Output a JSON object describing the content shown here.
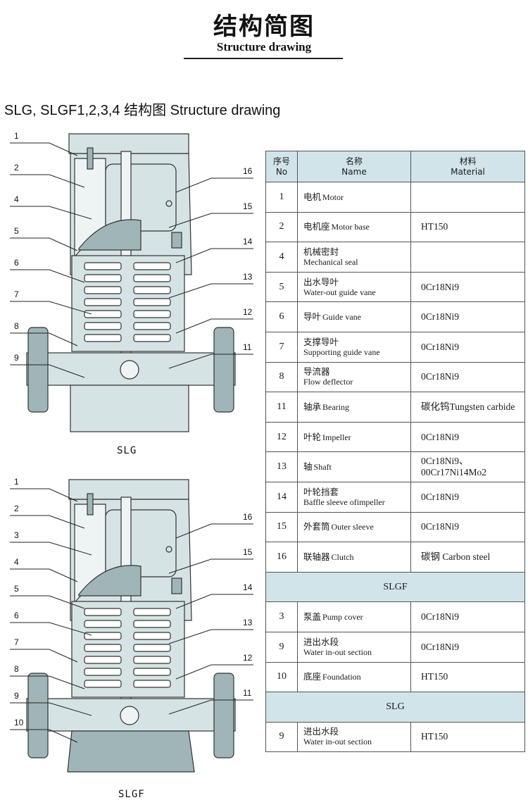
{
  "header": {
    "title_cn": "结构简图",
    "title_en": "Structure drawing"
  },
  "subtitle": "SLG, SLGF1,2,3,4 结构图 Structure drawing",
  "drawings": [
    {
      "caption": "SLG",
      "callouts_left": [
        "1",
        "2",
        "4",
        "5",
        "6",
        "7",
        "8",
        "9"
      ],
      "callouts_right": [
        "16",
        "15",
        "14",
        "13",
        "12",
        "11"
      ]
    },
    {
      "caption": "SLGF",
      "callouts_left": [
        "1",
        "2",
        "3",
        "4",
        "5",
        "6",
        "7",
        "8",
        "9",
        "10"
      ],
      "callouts_right": [
        "16",
        "15",
        "14",
        "13",
        "12",
        "11"
      ]
    }
  ],
  "table": {
    "headers": {
      "no_cn": "序号",
      "no_en": "No",
      "name_cn": "名称",
      "name_en": "Name",
      "mat_cn": "材料",
      "mat_en": "Material"
    },
    "rows": [
      {
        "type": "row",
        "no": "1",
        "cn": "电机",
        "en": "Motor",
        "stack": false,
        "mat": ""
      },
      {
        "type": "row",
        "no": "2",
        "cn": "电机座",
        "en": "Motor base",
        "stack": false,
        "mat": "HT150"
      },
      {
        "type": "row",
        "no": "4",
        "cn": "机械密封",
        "en": "Mechanical seal",
        "stack": true,
        "mat": ""
      },
      {
        "type": "row",
        "no": "5",
        "cn": "出水导叶",
        "en": "Water-out guide vane",
        "stack": true,
        "mat": "0Cr18Ni9"
      },
      {
        "type": "row",
        "no": "6",
        "cn": "导叶",
        "en": "Guide vane",
        "stack": false,
        "mat": "0Cr18Ni9"
      },
      {
        "type": "row",
        "no": "7",
        "cn": "支撑导叶",
        "en": "Supporting guide vane",
        "stack": true,
        "mat": "0Cr18Ni9"
      },
      {
        "type": "row",
        "no": "8",
        "cn": "导流器",
        "en": "Flow deflector",
        "stack": true,
        "mat": "0Cr18Ni9"
      },
      {
        "type": "row",
        "no": "11",
        "cn": "轴承",
        "en": "Bearing",
        "stack": false,
        "mat": "碳化钨",
        "mat2": "Tungsten carbide"
      },
      {
        "type": "row",
        "no": "12",
        "cn": "叶轮",
        "en": "Impeller",
        "stack": false,
        "mat": "0Cr18Ni9"
      },
      {
        "type": "row",
        "no": "13",
        "cn": "轴",
        "en": "Shaft",
        "stack": false,
        "mat": "0Cr18Ni9、",
        "mat2": "00Cr17Ni14Mo2"
      },
      {
        "type": "row",
        "no": "14",
        "cn": "叶轮挡套",
        "en": "Baffle sleeve ofimpeller",
        "stack": true,
        "mat": "0Cr18Ni9"
      },
      {
        "type": "row",
        "no": "15",
        "cn": "外套筒",
        "en": "Outer sleeve",
        "stack": false,
        "mat": "0Cr18Ni9"
      },
      {
        "type": "row",
        "no": "16",
        "cn": "联轴器",
        "en": "Clutch",
        "stack": false,
        "mat": "碳钢 Carbon steel"
      },
      {
        "type": "section",
        "label": "SLGF"
      },
      {
        "type": "row",
        "no": "3",
        "cn": "泵盖",
        "en": "Pump cover",
        "stack": false,
        "mat": "0Cr18Ni9"
      },
      {
        "type": "row",
        "no": "9",
        "cn": "进出水段",
        "en": "Water in-out section",
        "stack": true,
        "mat": "0Cr18Ni9"
      },
      {
        "type": "row",
        "no": "10",
        "cn": "底座",
        "en": "Foundation",
        "stack": false,
        "mat": "HT150"
      },
      {
        "type": "section",
        "label": "SLG"
      },
      {
        "type": "row",
        "no": "9",
        "cn": "进出水段",
        "en": "Water in-out section",
        "stack": true,
        "mat": "HT150"
      }
    ]
  }
}
